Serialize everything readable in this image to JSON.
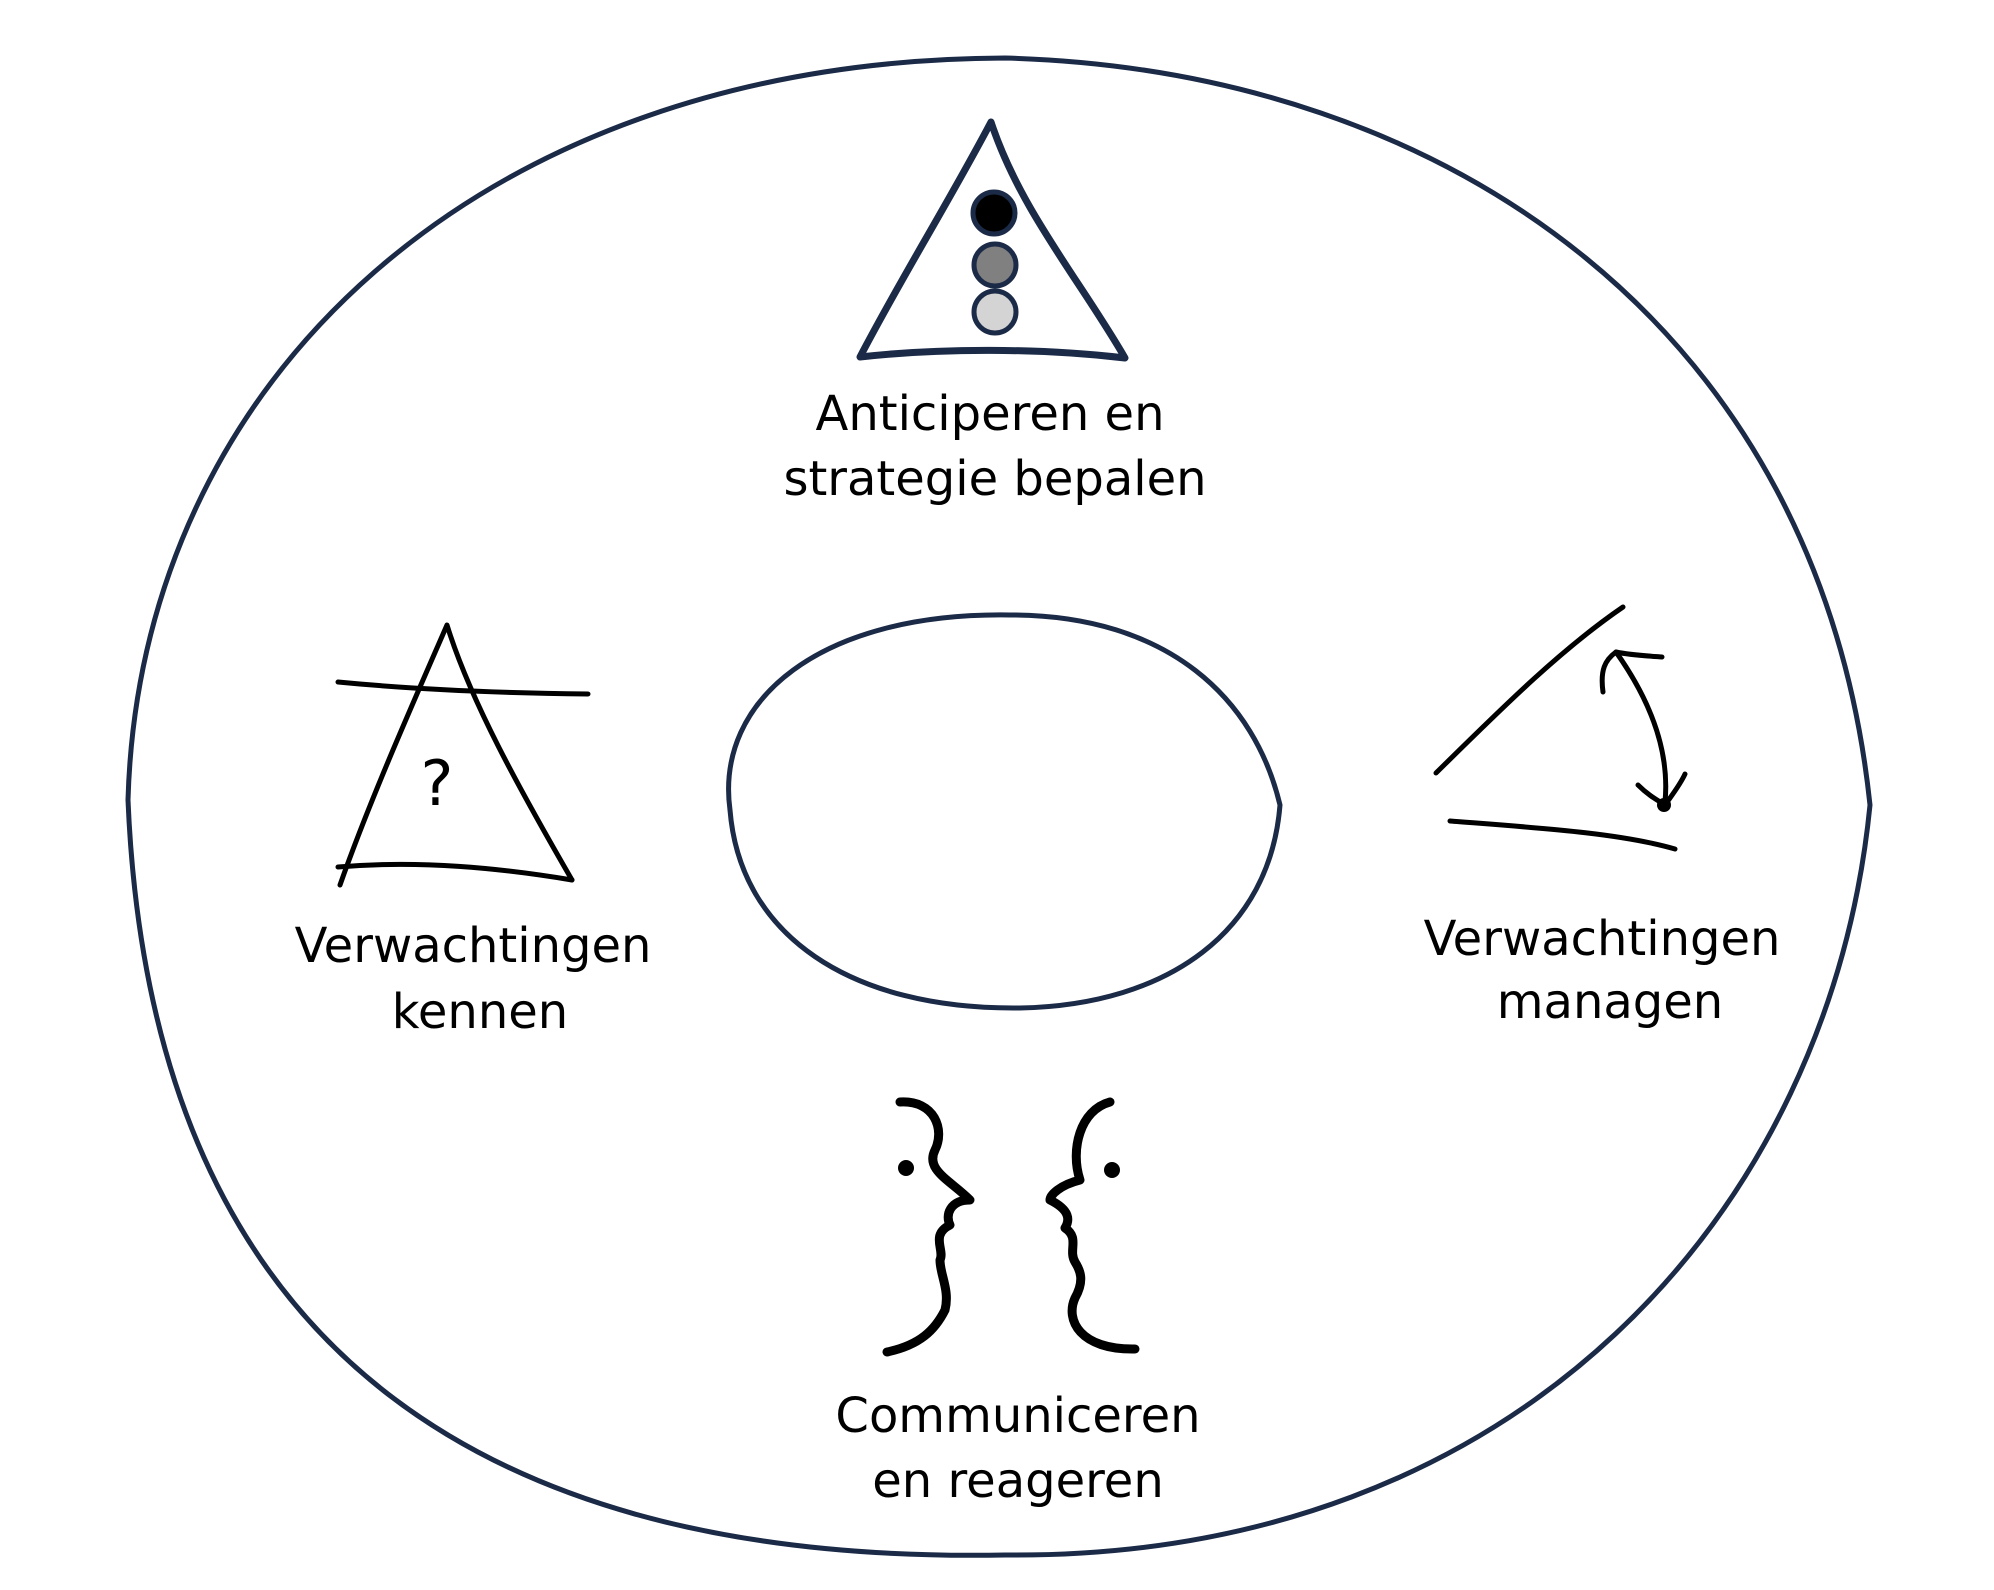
{
  "colors": {
    "outline": "#1b2a47",
    "ink": "#000000",
    "dot_dark": "#000000",
    "dot_mid": "#808080",
    "dot_light": "#d4d4d4"
  },
  "top_node": {
    "icon": "traffic-light-triangle-icon",
    "label_line1": "Anticiperen en",
    "label_line2": "strategie bepalen"
  },
  "left_node": {
    "icon": "question-triangle-icon",
    "question_mark": "?",
    "label_line1": "Verwachtingen",
    "label_line2": "kennen"
  },
  "right_node": {
    "icon": "angle-arrow-icon",
    "label_line1": "Verwachtingen",
    "label_line2": "managen"
  },
  "bottom_node": {
    "icon": "facing-faces-icon",
    "label_line1": "Communiceren",
    "label_line2": "en reageren"
  }
}
